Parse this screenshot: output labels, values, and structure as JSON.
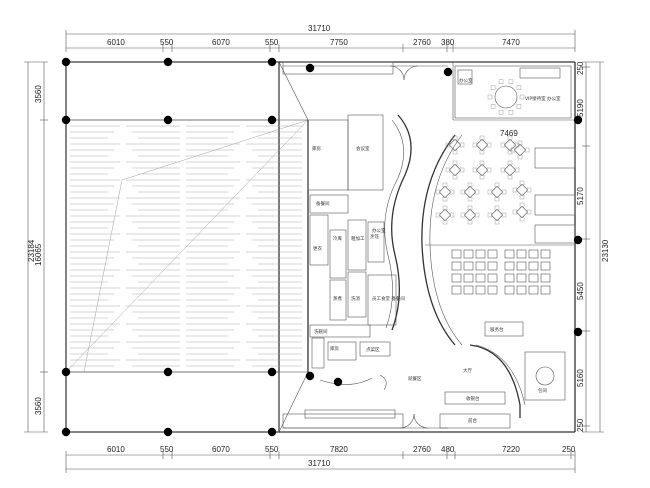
{
  "dimensions": {
    "top_total": "31710",
    "top_segments": [
      "6010",
      "550",
      "6070",
      "550",
      "7750",
      "2760",
      "380",
      "7470"
    ],
    "bottom_total": "31710",
    "bottom_segments": [
      "6010",
      "550",
      "6070",
      "550",
      "7820",
      "2760",
      "480",
      "7220",
      "250"
    ],
    "left_total": "23184",
    "left_segments": [
      "3560",
      "16065",
      "3560"
    ],
    "right_total": "23130",
    "right_segments": [
      "250",
      "5190",
      "5170",
      "5450",
      "5160",
      "250"
    ],
    "inner": "7469"
  },
  "room_labels": {
    "r1": "办公室",
    "r2": "VIP接待室\n办公室",
    "r3": "会议室",
    "r4": "库房",
    "r5": "备餐间",
    "r6": "冷库",
    "r7": "粗加工",
    "r8": "烹饪",
    "r9": "蒸煮",
    "r10": "洗消",
    "r11": "更衣",
    "r12": "员工食堂\n备餐间",
    "r13": "办公室",
    "r14": "洗碗间",
    "r15": "库房",
    "r16": "点菜区",
    "r17": "就餐区",
    "r18": "大厅",
    "r19": "收银台",
    "r20": "前台",
    "r21": "服务台",
    "r22": "包间"
  }
}
